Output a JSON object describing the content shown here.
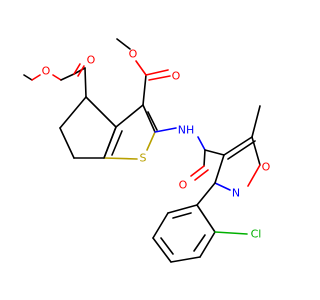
{
  "molecule": {
    "colors": {
      "carbon_bond": "#000000",
      "oxygen": "#ff0000",
      "nitrogen": "#0000ff",
      "sulfur": "#b8a000",
      "chlorine": "#00b000",
      "background": "#ffffff"
    },
    "atom_labels": {
      "ester1_o_double": "O",
      "ester1_o_single": "O",
      "ester2_o_double": "O",
      "ester2_o_single": "O",
      "thiophene_s": "S",
      "amide_nh": "NH",
      "amide_o": "O",
      "isoxazole_o": "O",
      "isoxazole_n": "N",
      "chloro": "Cl"
    }
  }
}
